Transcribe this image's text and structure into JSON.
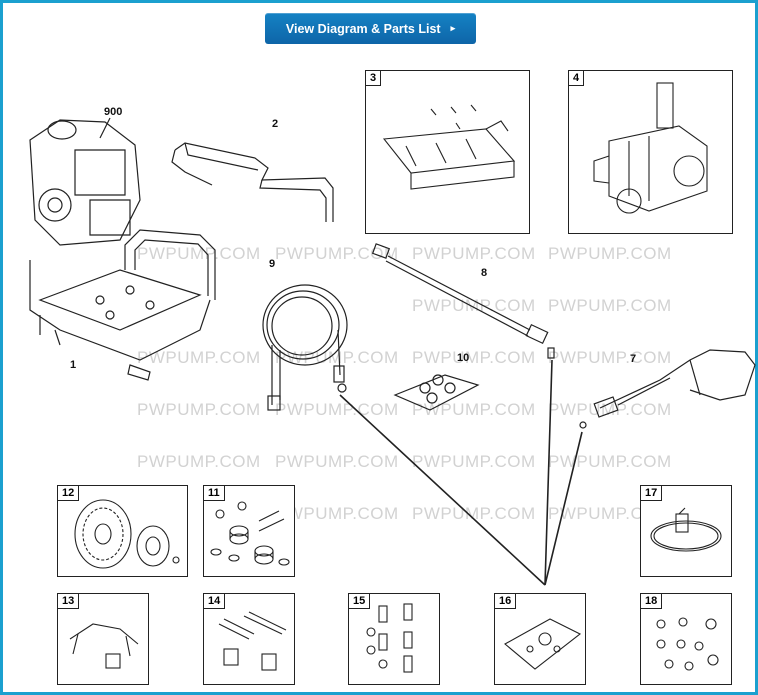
{
  "button": {
    "label": "View Diagram & Parts List",
    "arrow": "▸"
  },
  "watermark": "PWPUMP.COM",
  "callouts": {
    "engine": "900",
    "frame": "1",
    "handle": "2",
    "hose": "9",
    "lance": "8",
    "nozzles": "10",
    "gun": "7"
  },
  "boxes": {
    "b3": "3",
    "b4": "4",
    "b12": "12",
    "b11": "11",
    "b17": "17",
    "b13": "13",
    "b14": "14",
    "b15": "15",
    "b16": "16",
    "b18": "18"
  },
  "colors": {
    "border": "#1ba0cf",
    "button": "#1270b6",
    "watermark": "#d2d2d2"
  }
}
